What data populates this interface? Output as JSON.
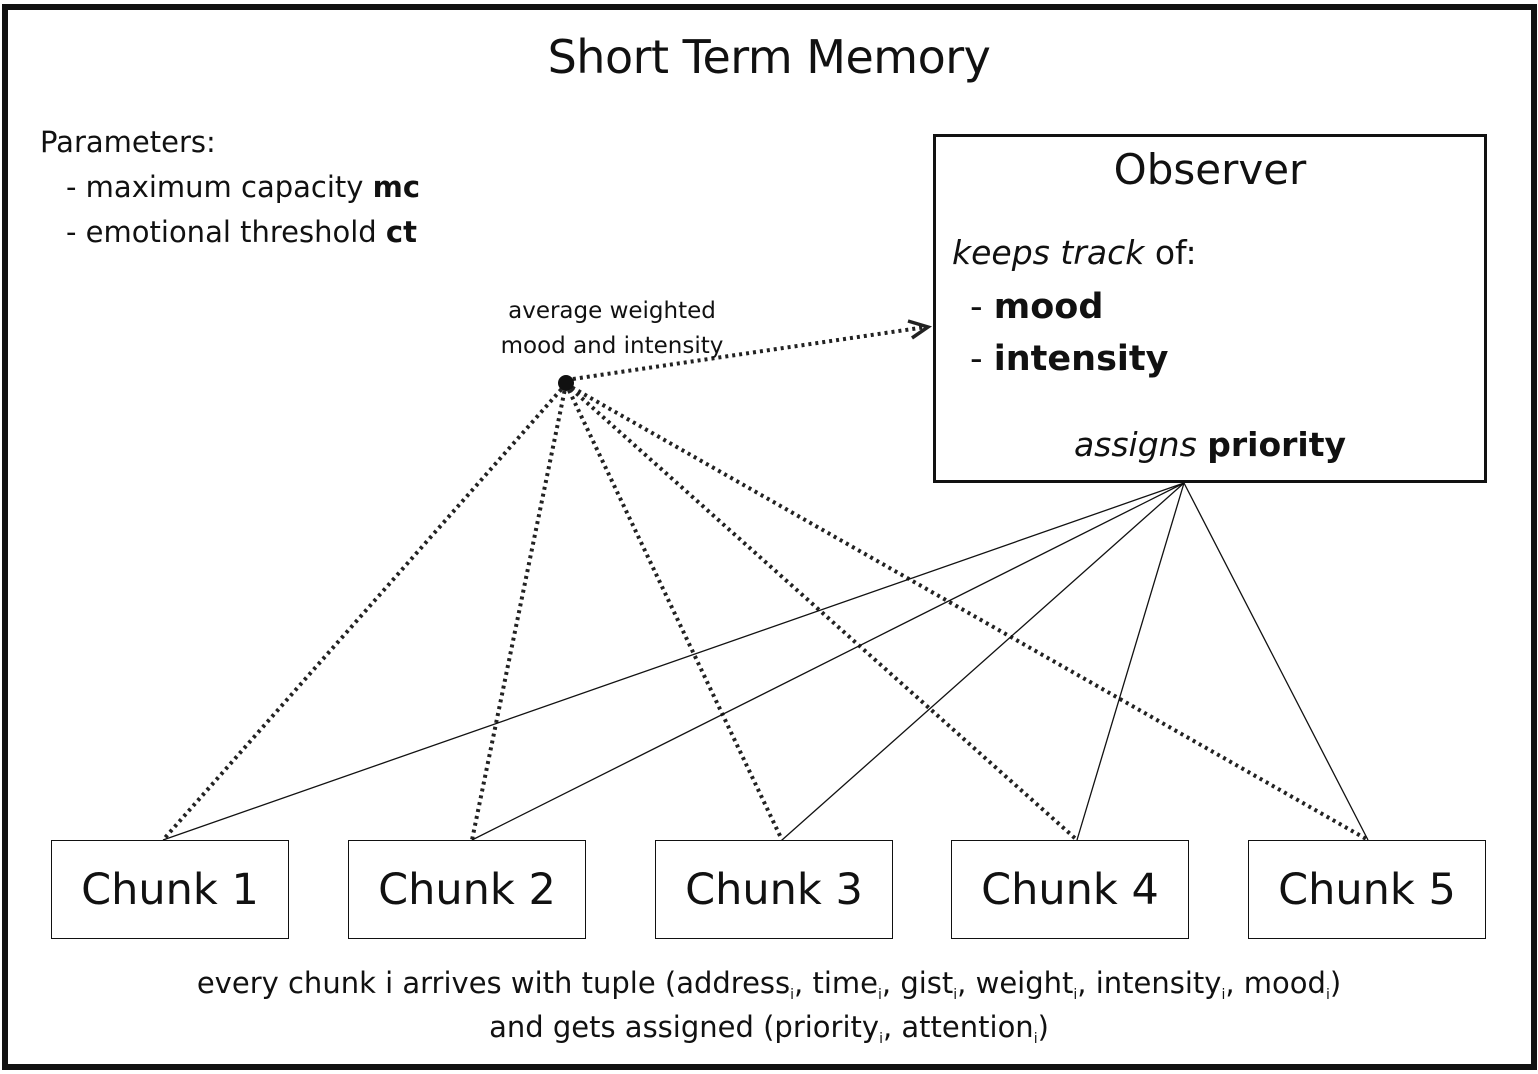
{
  "title": "Short Term Memory",
  "parameters": {
    "heading": "Parameters:",
    "items": [
      {
        "text": "- maximum capacity ",
        "bold": "mc"
      },
      {
        "text": "- emotional threshold ",
        "bold": "ct"
      }
    ]
  },
  "average_label": {
    "line1": "average weighted",
    "line2": "mood and intensity"
  },
  "observer": {
    "title": "Observer",
    "keeps_italic": "keeps track",
    "keeps_rest": " of:",
    "items": [
      {
        "dash": "- ",
        "bold": "mood"
      },
      {
        "dash": "- ",
        "bold": "intensity"
      }
    ],
    "assigns_italic": "assigns",
    "assigns_bold": "priority"
  },
  "chunks": [
    "Chunk 1",
    "Chunk 2",
    "Chunk 3",
    "Chunk 4",
    "Chunk 5"
  ],
  "footer": {
    "line1": [
      {
        "t": "every chunk i arrives with tuple (address"
      },
      {
        "s": "i"
      },
      {
        "t": ", time"
      },
      {
        "s": "i"
      },
      {
        "t": ", gist"
      },
      {
        "s": "i"
      },
      {
        "t": ", weight"
      },
      {
        "s": "i"
      },
      {
        "t": ", intensity"
      },
      {
        "s": "i"
      },
      {
        "t": ", mood"
      },
      {
        "s": "i"
      },
      {
        "t": ")"
      }
    ],
    "line2": [
      {
        "t": "and gets assigned (priority"
      },
      {
        "s": "i"
      },
      {
        "t": ", attention"
      },
      {
        "s": "i"
      },
      {
        "t": ")"
      }
    ]
  }
}
